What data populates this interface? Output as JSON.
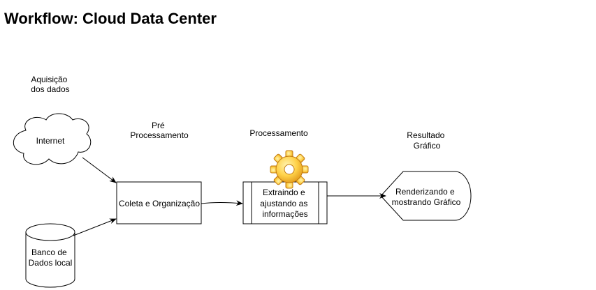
{
  "page": {
    "title": "Workflow: Cloud Data Center"
  },
  "stages": {
    "acquisition": [
      "Aquisição",
      "dos dados"
    ],
    "preprocessing": [
      "Pré",
      "Processamento"
    ],
    "processing": [
      "Processamento"
    ],
    "result": [
      "Resultado",
      "Gráfico"
    ]
  },
  "nodes": {
    "internet": "Internet",
    "database": [
      "Banco de",
      "Dados local"
    ],
    "collect": "Coleta e Organização",
    "extract": [
      "Extraindo e",
      "ajustando as",
      "informações"
    ],
    "render": [
      "Renderizando e",
      "mostrando Gráfico"
    ]
  },
  "icons": {
    "processing": "gear-icon"
  },
  "colors": {
    "stroke": "#000000",
    "gear_light": "#FFE27A",
    "gear_dark": "#E29A1A"
  }
}
